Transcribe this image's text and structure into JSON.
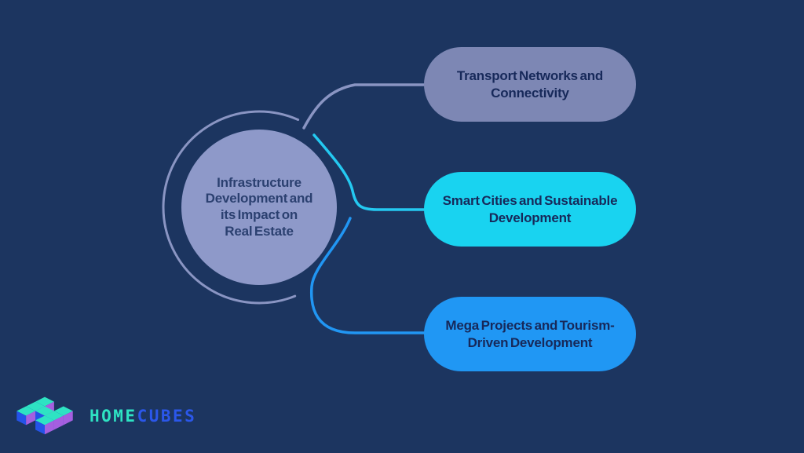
{
  "colors": {
    "background": "#1c3560",
    "circle_fill": "#8e99c9",
    "ring_stroke": "#8a95c3",
    "circle_text": "#2b4070",
    "pill1_fill": "#7d87b4",
    "pill2_fill": "#19d3f0",
    "pill3_fill": "#2097f4",
    "pill_text": "#17295a",
    "branch1_stroke": "#8a95c3",
    "branch2_stroke": "#24c9f1",
    "branch3_stroke": "#2196f3",
    "logo_teal": "#2ee3c3",
    "logo_cube_blue": "#2453e8",
    "logo_purple": "#a55fe0",
    "logo_word_blue": "#2b57ea"
  },
  "center": {
    "label": "Infrastructure\nDevelopment and\nits Impact on\nReal Estate"
  },
  "branches": [
    {
      "label": "Transport Networks and\nConnectivity"
    },
    {
      "label": "Smart Cities and Sustainable\nDevelopment"
    },
    {
      "label": "Mega Projects and Tourism-\nDriven Development"
    }
  ],
  "logo": {
    "word_part1": "HOME",
    "word_part2": "CUBES"
  }
}
